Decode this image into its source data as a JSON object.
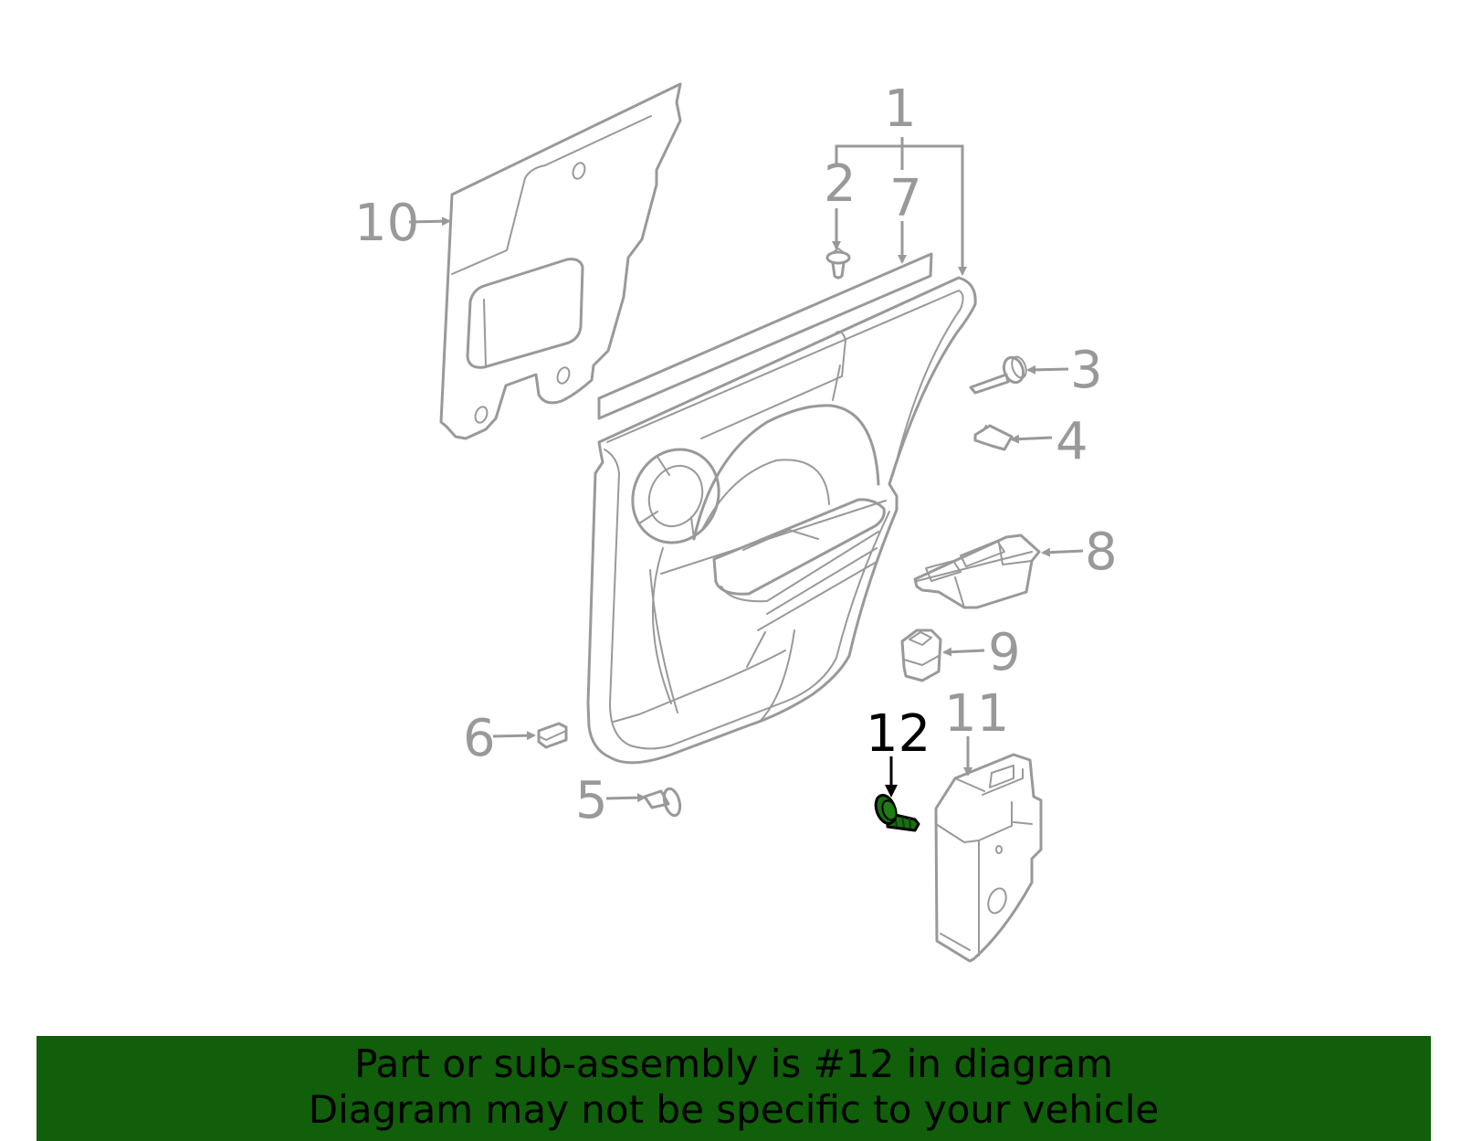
{
  "callouts": [
    {
      "id": "1",
      "label": "1",
      "highlighted": false
    },
    {
      "id": "2",
      "label": "2",
      "highlighted": false
    },
    {
      "id": "3",
      "label": "3",
      "highlighted": false
    },
    {
      "id": "4",
      "label": "4",
      "highlighted": false
    },
    {
      "id": "5",
      "label": "5",
      "highlighted": false
    },
    {
      "id": "6",
      "label": "6",
      "highlighted": false
    },
    {
      "id": "7",
      "label": "7",
      "highlighted": false
    },
    {
      "id": "8",
      "label": "8",
      "highlighted": false
    },
    {
      "id": "9",
      "label": "9",
      "highlighted": false
    },
    {
      "id": "10",
      "label": "10",
      "highlighted": false
    },
    {
      "id": "11",
      "label": "11",
      "highlighted": false
    },
    {
      "id": "12",
      "label": "12",
      "highlighted": true
    }
  ],
  "banner": {
    "line1": "Part or sub-assembly is #12 in diagram",
    "line2": "Diagram may not be specific to your vehicle"
  },
  "colors": {
    "banner_bg": "#115e0b",
    "highlight_part": "#1a6e12",
    "part_stroke": "#999999",
    "highlight_text": "#000000"
  }
}
